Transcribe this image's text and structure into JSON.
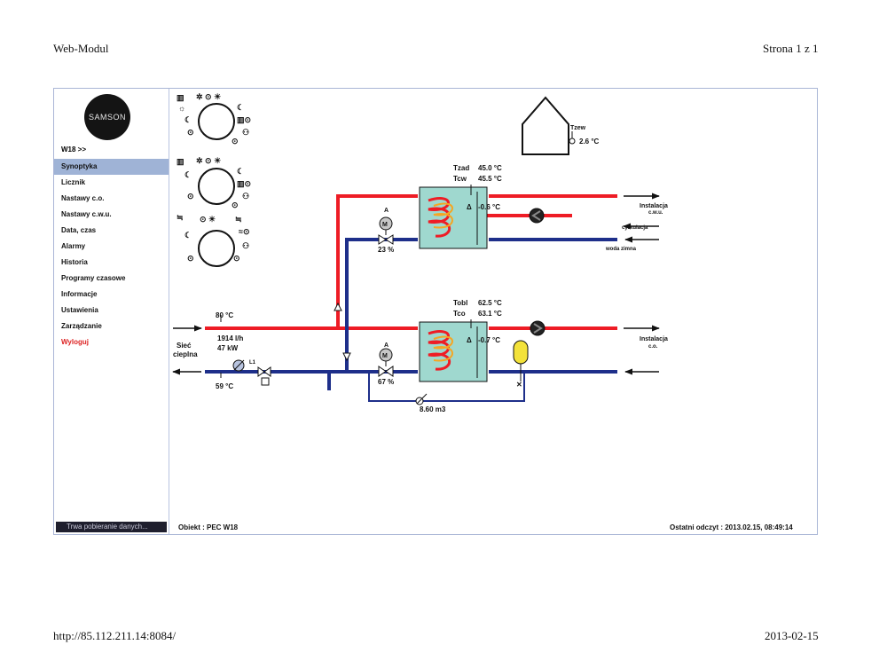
{
  "print_header": {
    "left": "Web-Modul",
    "right": "Strona 1 z 1"
  },
  "print_footer": {
    "left": "http://85.112.211.14:8084/",
    "right": "2013-02-15"
  },
  "logo_text": "SAMSON",
  "nav": {
    "header": "W18 >>",
    "items": [
      "Synoptyka",
      "Licznik",
      "Nastawy c.o.",
      "Nastawy c.w.u.",
      "Data, czas",
      "Alarmy",
      "Historia",
      "Programy czasowe",
      "Informacje",
      "Ustawienia",
      "Zarządzanie",
      "Wyloguj"
    ],
    "active_index": 0,
    "status": "Trwa pobieranie danych..."
  },
  "footer": {
    "object": "Obiekt : PEC W18",
    "last_read": "Ostatni odczyt : 2013.02.15, 08:49:14"
  },
  "outdoor": {
    "label": "Tzew",
    "value": "2.6 °C"
  },
  "cwu": {
    "tzad_label": "Tzad",
    "tzad_value": "45.0 °C",
    "tcw_label": "Tcw",
    "tcw_value": "45.5 °C",
    "delta_label": "Δ",
    "delta_value": "-0.6 °C",
    "valve_label": "A",
    "valve_value": "23 %",
    "out_label_1": "Instalacja",
    "out_label_2": "c.w.u.",
    "circulation": "cyrkulacja",
    "cold_water": "woda zimna"
  },
  "co": {
    "tobl_label": "Tobl",
    "tobl_value": "62.5 °C",
    "tco_label": "Tco",
    "tco_value": "63.1 °C",
    "delta_label": "Δ",
    "delta_value": "-0.7 °C",
    "valve_label": "A",
    "valve_value": "67 %",
    "out_label_1": "Instalacja",
    "out_label_2": "c.o.",
    "volume": "8.60 m3"
  },
  "network": {
    "label_1": "Sieć",
    "label_2": "cieplna",
    "supply_temp": "80 °C",
    "return_temp": "59 °C",
    "flow": "1914 l/h",
    "power": "47 kW",
    "meter_label": "L1"
  },
  "colors": {
    "supply": "#ee1c25",
    "return": "#1e2f8a",
    "exchanger": "#9fd8cf",
    "nav_active": "#9fb3d6",
    "expansion": "#f3e23a"
  },
  "icons": [
    "mode-dial-co-icon",
    "mode-dial-co2-icon",
    "mode-dial-cwu-icon",
    "house-icon",
    "pump-icon",
    "valve-motor-icon",
    "heat-exchanger-icon",
    "heat-meter-icon",
    "expansion-vessel-icon"
  ]
}
